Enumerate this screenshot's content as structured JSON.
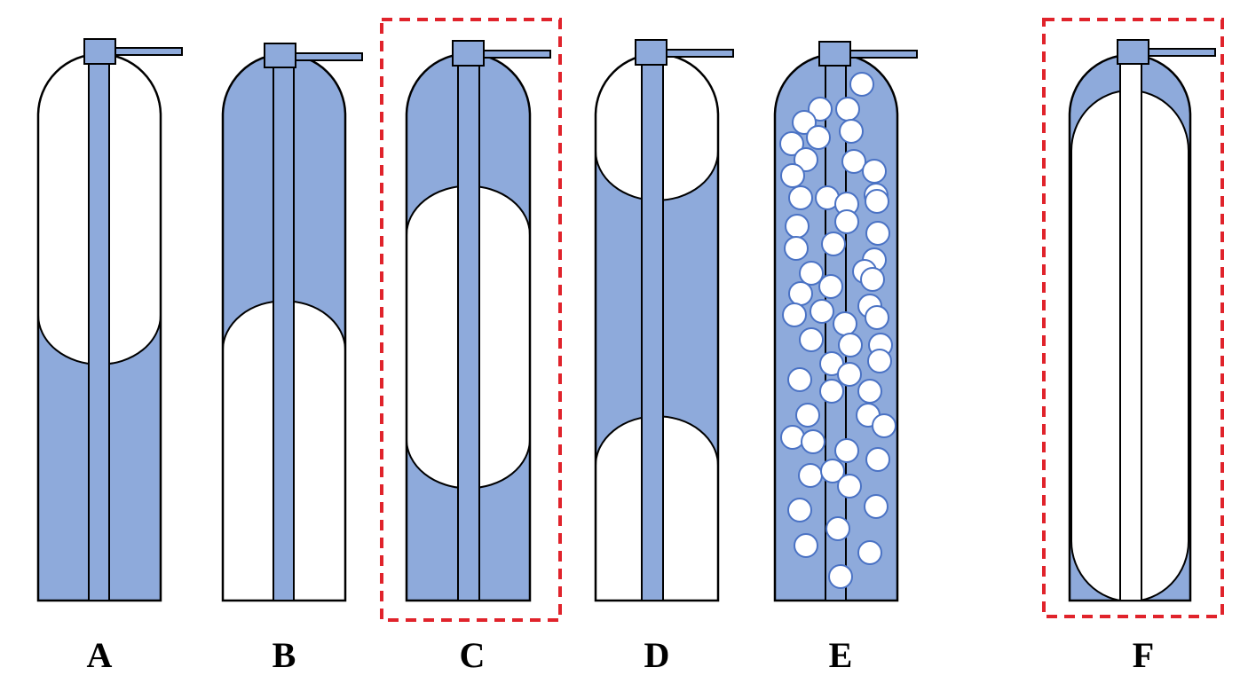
{
  "colors": {
    "liquid": "#8eaadb",
    "outline": "#000000",
    "highlight_box": "#e0232b",
    "bubble_stroke": "#4a72c4",
    "background": "#ffffff"
  },
  "panels": [
    {
      "id": "A",
      "label": "A",
      "description_icon": "tank-liquid-bottom-icon",
      "highlighted": false
    },
    {
      "id": "B",
      "label": "B",
      "description_icon": "tank-liquid-top-icon",
      "highlighted": false
    },
    {
      "id": "C",
      "label": "C",
      "description_icon": "tank-gas-middle-icon",
      "highlighted": true
    },
    {
      "id": "D",
      "label": "D",
      "description_icon": "tank-liquid-middle-icon",
      "highlighted": false
    },
    {
      "id": "E",
      "label": "E",
      "description_icon": "tank-bubbles-icon",
      "highlighted": false
    },
    {
      "id": "F",
      "label": "F",
      "description_icon": "tank-thin-film-icon",
      "highlighted": true
    }
  ]
}
